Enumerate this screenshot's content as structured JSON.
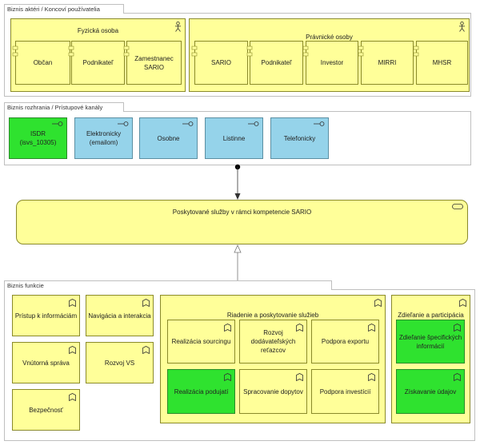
{
  "groups": {
    "actors": "Biznis aktéri / Koncoví používatelia",
    "channels": "Biznis rozhrania / Prístupové kanály",
    "functions": "Biznis funkcie"
  },
  "actors": {
    "natural": {
      "title": "Fyzická osoba",
      "items": [
        "Občan",
        "Podnikateľ",
        "Zamestnanec\nSARIO"
      ]
    },
    "legal": {
      "title": "Právnické osoby",
      "items": [
        "SARIO",
        "Podnikateľ",
        "Investor",
        "MIRRI",
        "MHSR"
      ]
    }
  },
  "channels": [
    {
      "label": "ISDR (isvs_10305)",
      "color": "#2fe22f"
    },
    {
      "label": "Elektronicky\n(emailom)",
      "color": "#95d3ea"
    },
    {
      "label": "Osobne",
      "color": "#95d3ea"
    },
    {
      "label": "Listinne",
      "color": "#95d3ea"
    },
    {
      "label": "Telefonicky",
      "color": "#95d3ea"
    }
  ],
  "service": {
    "label": "Poskytované služby v rámci kompetencie SARIO"
  },
  "functions": {
    "left_col1": [
      "Prístup k informáciám",
      "Vnútorná správa",
      "Bezpečnosť"
    ],
    "left_col2": [
      "Navigácia a interakcia",
      "Rozvoj VS"
    ],
    "management": {
      "title": "Riadenie a poskytovanie služieb",
      "items": [
        {
          "label": "Realizácia sourcingu",
          "highlight": false
        },
        {
          "label": "Rozvoj dodávateľských\nreťazcov",
          "highlight": false
        },
        {
          "label": "Podpora exportu",
          "highlight": false
        },
        {
          "label": "Realizácia podujatí",
          "highlight": true
        },
        {
          "label": "Spracovanie dopytov",
          "highlight": false
        },
        {
          "label": "Podpora investícií",
          "highlight": false
        }
      ]
    },
    "sharing": {
      "title": "Zdieľanie a participácia",
      "items": [
        "Zdieľanie špecifických\ninformácií",
        "Získavanie údajov"
      ]
    }
  },
  "icons": [
    "actor-icon",
    "interface-icon",
    "function-icon",
    "service-icon",
    "component-icon"
  ]
}
